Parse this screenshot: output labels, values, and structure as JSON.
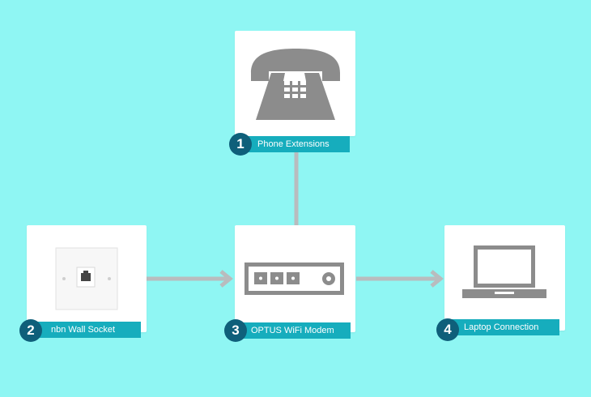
{
  "nodes": [
    {
      "id": "phone",
      "number": "1",
      "label": "Phone Extensions",
      "icon": "telephone-icon"
    },
    {
      "id": "socket",
      "number": "2",
      "label": "nbn Wall Socket",
      "icon": "wall-socket-icon"
    },
    {
      "id": "modem",
      "number": "3",
      "label": "OPTUS WiFi Modem",
      "icon": "modem-icon"
    },
    {
      "id": "laptop",
      "number": "4",
      "label": "Laptop Connection",
      "icon": "laptop-icon"
    }
  ],
  "colors": {
    "background": "#8ff6f3",
    "card": "#ffffff",
    "label": "#16adbd",
    "badge": "#0f5f7a",
    "connector": "#b9bcbe",
    "icon": "#8c8c8c"
  }
}
